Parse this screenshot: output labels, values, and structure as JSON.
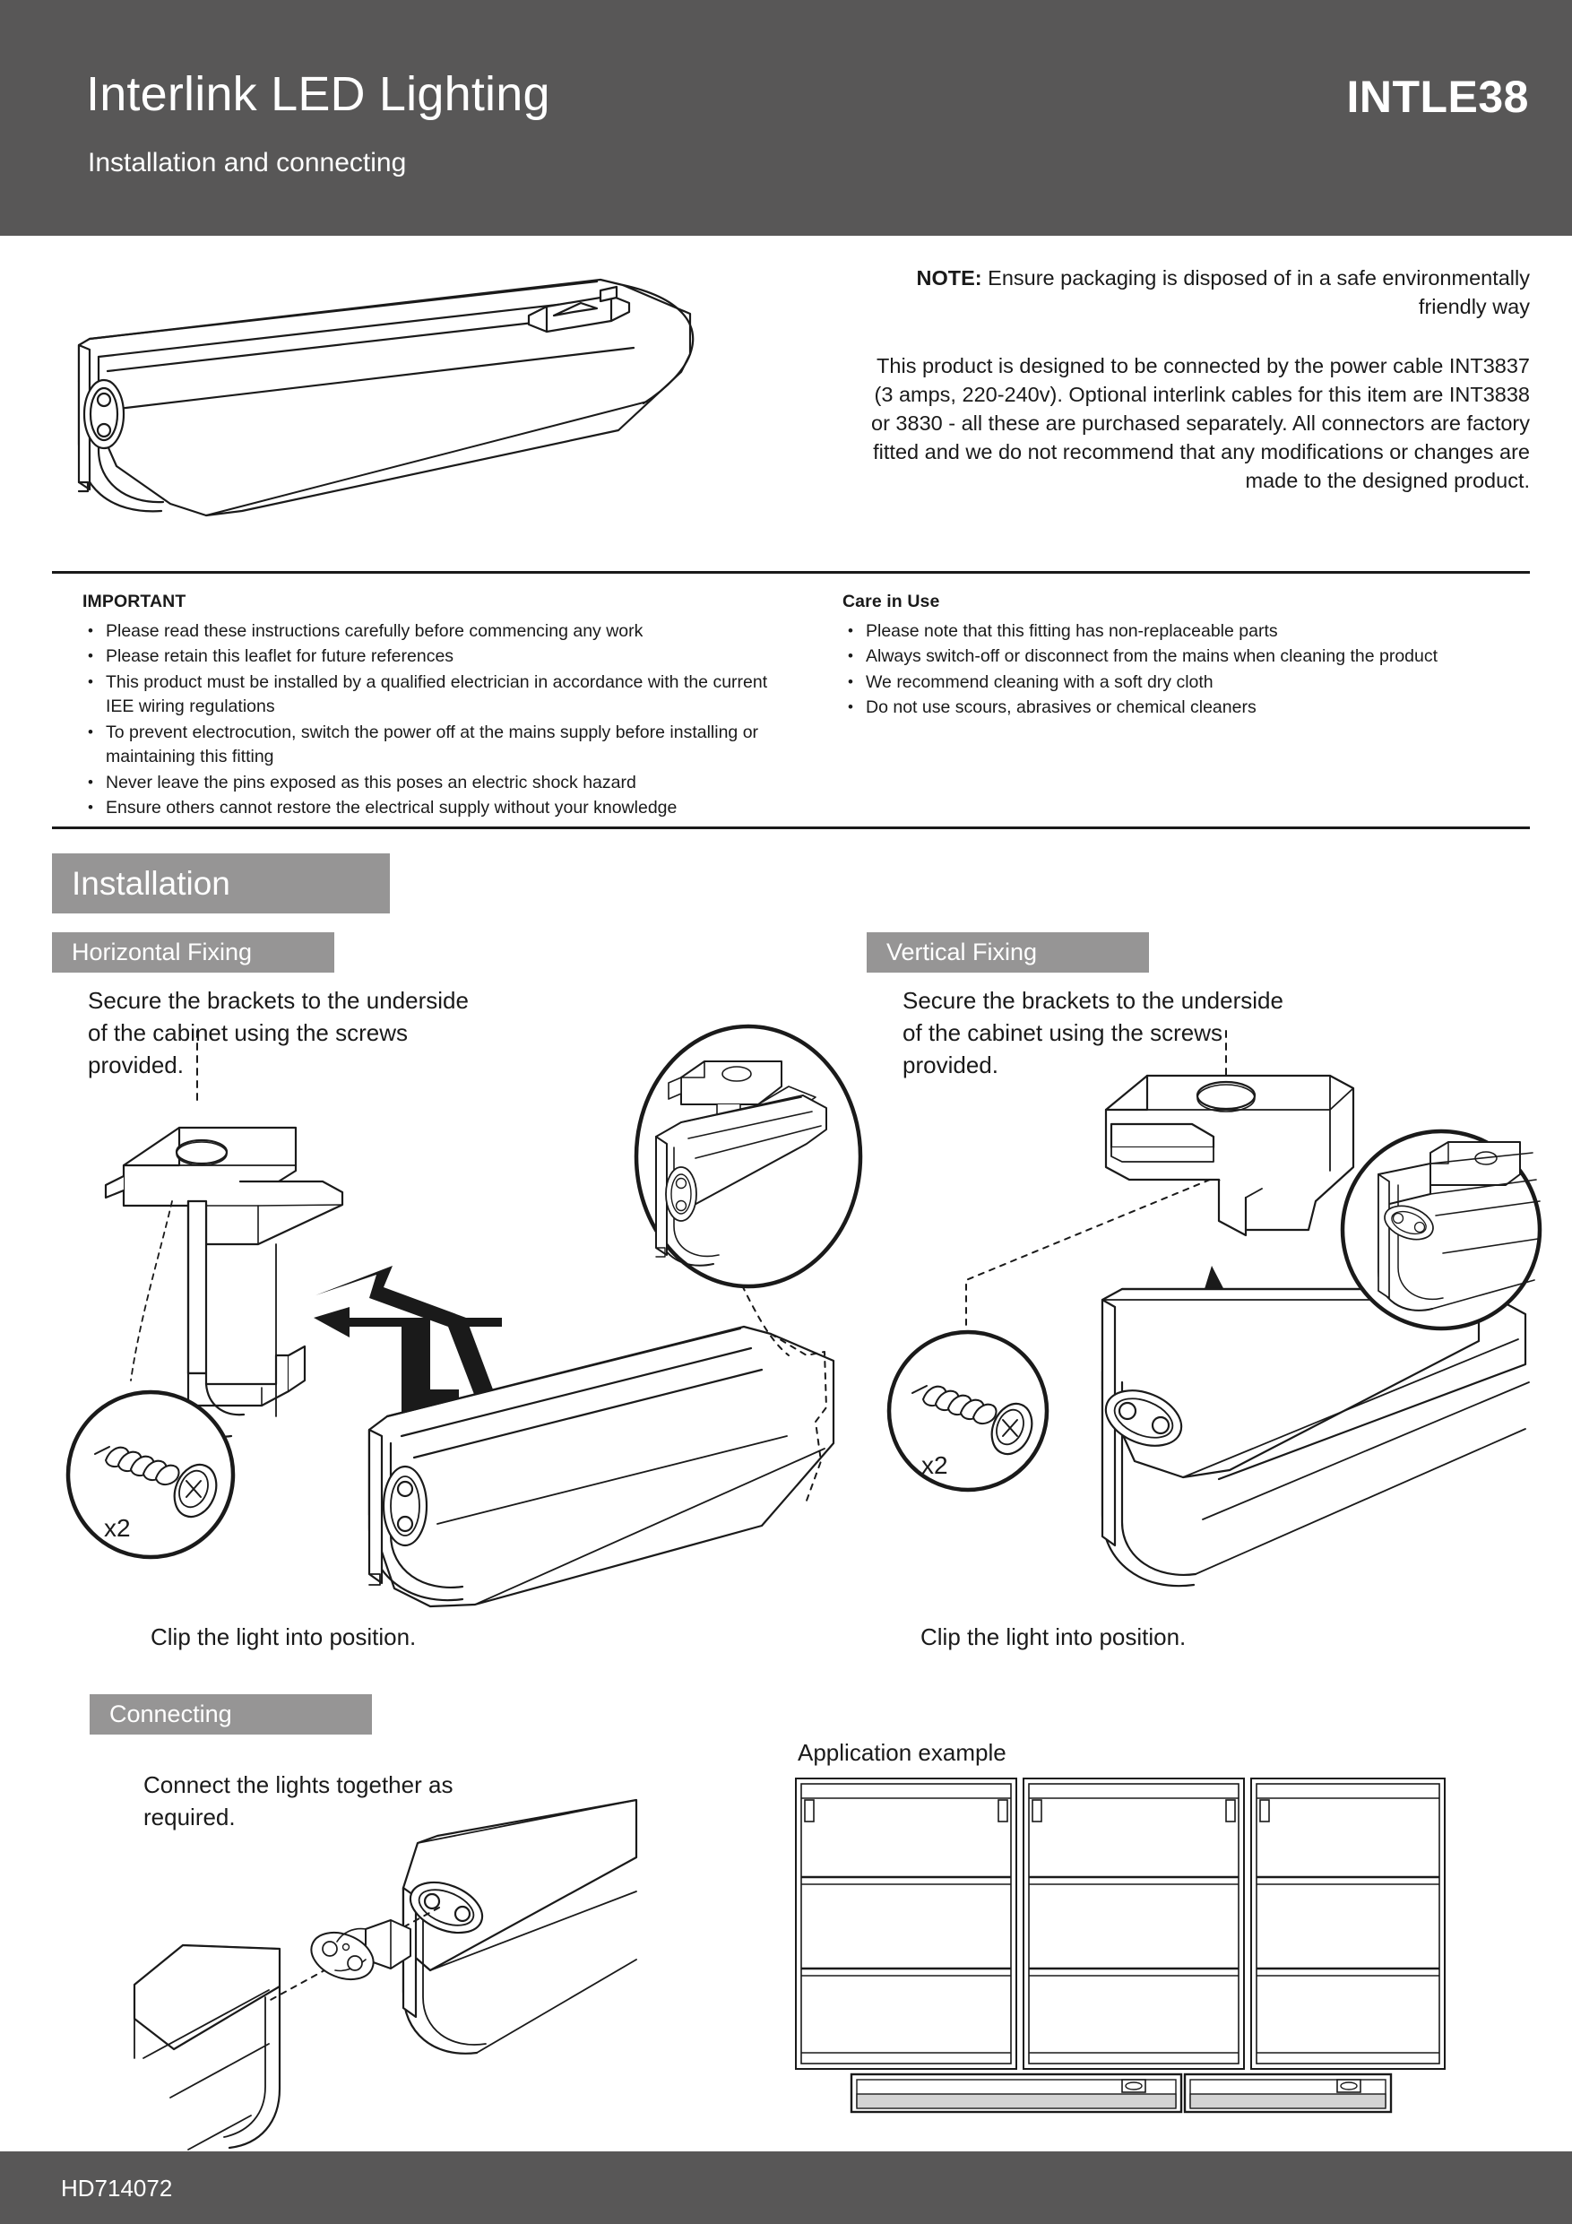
{
  "header": {
    "title": "Interlink LED Lighting",
    "subtitle": "Installation and connecting",
    "product_code": "INTLE38",
    "background_color": "#585757"
  },
  "note": {
    "label": "NOTE:",
    "label_text": " Ensure packaging is disposed of in a safe environmentally friendly way",
    "paragraph": "This product is designed to be connected by the power cable INT3837 (3 amps, 220-240v). Optional interlink cables for this item are INT3838 or 3830 - all these are purchased separately. All connectors are factory fitted and we do not recommend that any modifications or changes are made to the designed product."
  },
  "important": {
    "heading": "IMPORTANT",
    "bullets": [
      "Please read these instructions carefully before commencing any work",
      "Please retain this leaflet for future references",
      "This product must be installed by a qualified electrician in accordance with the current IEE wiring regulations",
      "To prevent electrocution, switch the power off at the mains supply before installing or maintaining this fitting",
      "Never leave the pins exposed as this poses an electric shock hazard",
      "Ensure others cannot restore the electrical supply without your knowledge"
    ]
  },
  "care_in_use": {
    "heading": "Care in Use",
    "bullets": [
      "Please note that this fitting has non-replaceable parts",
      "Always switch-off or disconnect from the mains when cleaning the product",
      "We recommend cleaning with a soft dry cloth",
      "Do not use scours, abrasives or chemical cleaners"
    ]
  },
  "installation": {
    "section_title": "Installation",
    "banner_color": "#969595",
    "horizontal": {
      "title": "Horizontal Fixing",
      "instruction": "Secure the brackets to the underside of the cabinet using the screws provided.",
      "screw_quantity": "x2",
      "caption": "Clip the light into position."
    },
    "vertical": {
      "title": "Vertical Fixing",
      "instruction": "Secure the brackets to the underside of the cabinet using the screws provided.",
      "screw_quantity": "x2",
      "caption": "Clip the light into position."
    }
  },
  "connecting": {
    "title": "Connecting",
    "instruction": "Connect the lights together as required."
  },
  "application": {
    "label": "Application example"
  },
  "footer": {
    "code": "HD714072",
    "background_color": "#585757"
  }
}
